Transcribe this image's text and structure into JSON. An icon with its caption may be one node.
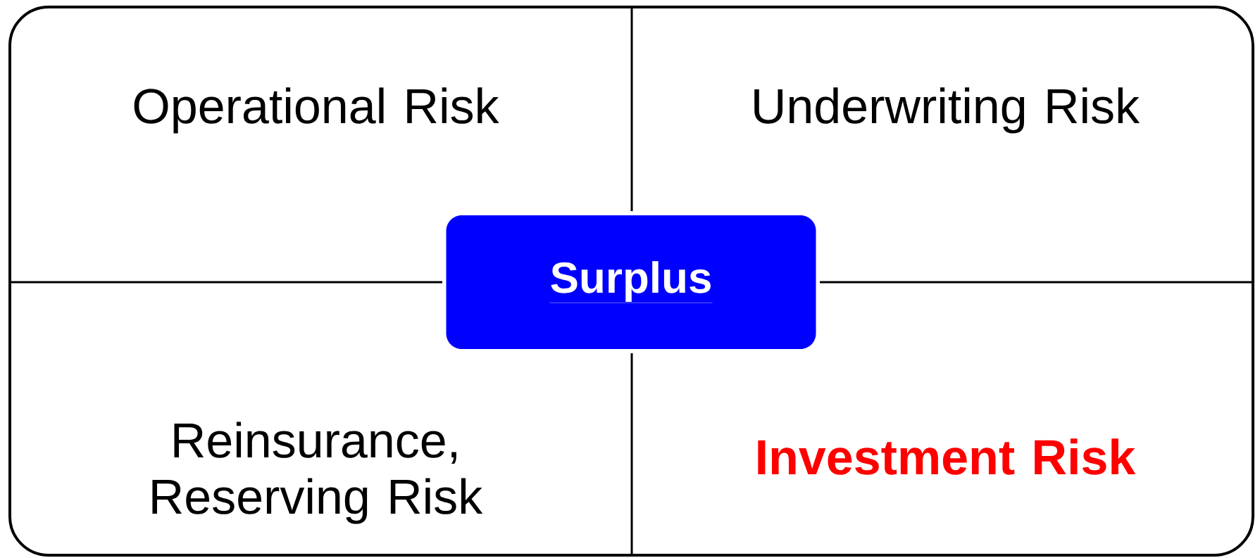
{
  "diagram": {
    "nodes": [
      {
        "text": [
          "Operational Risk"
        ]
      },
      {
        "text": [
          "Underwriting Risk"
        ]
      },
      {
        "text": [
          "Surplus"
        ]
      },
      {
        "text": [
          "Reinsurance, Reserving Risk"
        ]
      },
      {
        "text": [
          "Investment Risk"
        ]
      }
    ]
  }
}
